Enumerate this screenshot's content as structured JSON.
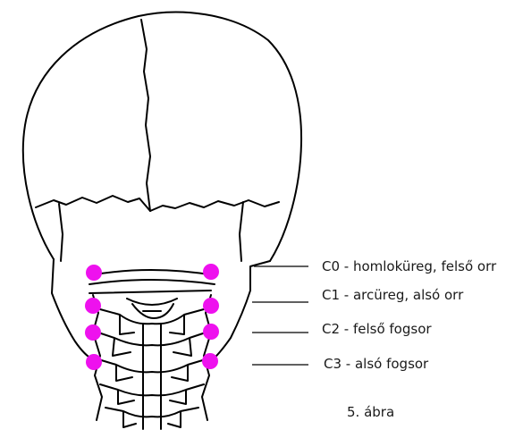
{
  "diagram": {
    "labels": [
      {
        "id": "c0",
        "text": "C0 - homloküreg, felső orr"
      },
      {
        "id": "c1",
        "text": "C1 - arcüreg, alsó orr"
      },
      {
        "id": "c2",
        "text": "C2 - felső fogsor"
      },
      {
        "id": "c3",
        "text": "C3 - alsó fogsor"
      }
    ],
    "caption": "5. ábra",
    "marker_color": "#ee11ee",
    "line_color": "#000000"
  }
}
